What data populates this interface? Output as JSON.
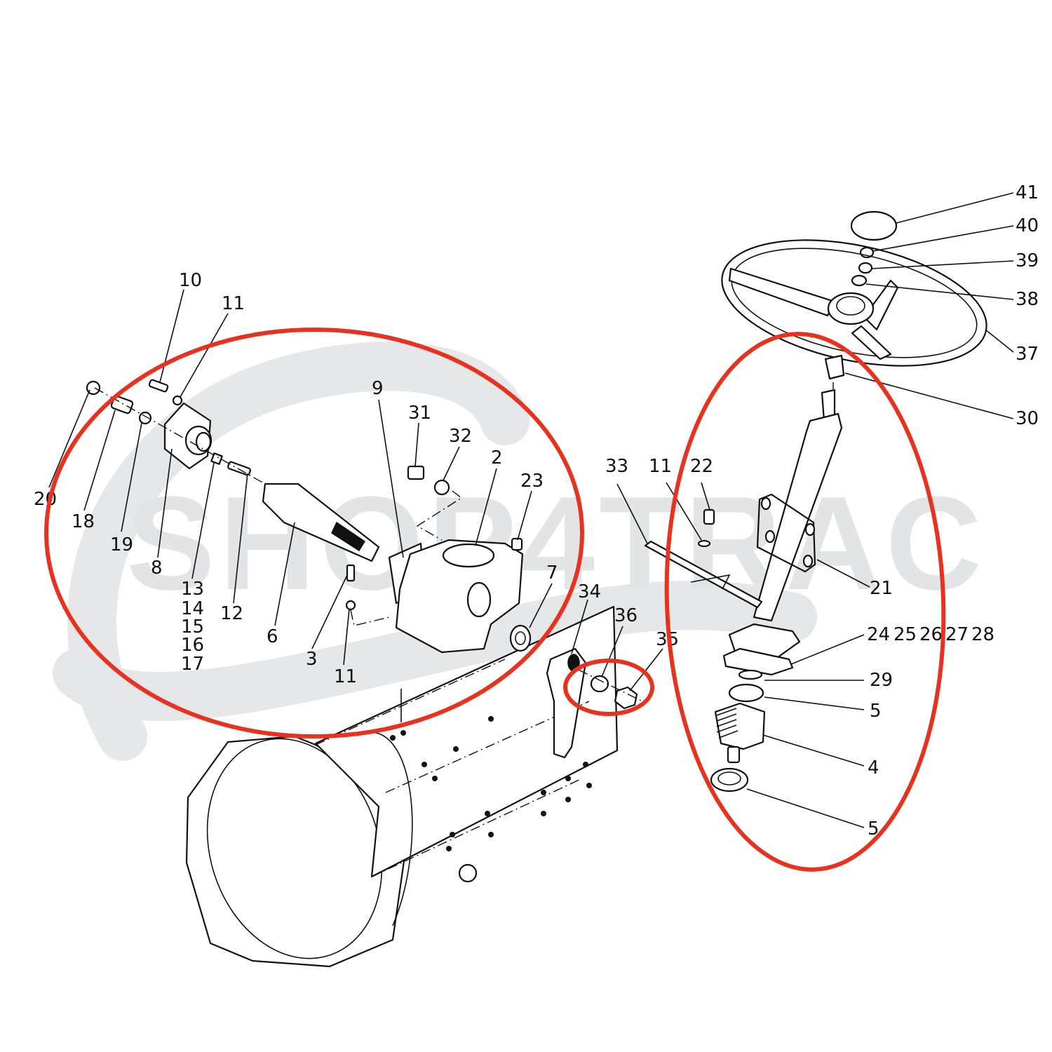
{
  "diagram": {
    "type": "exploded-parts-diagram",
    "subject": "Tractor steering gear assembly",
    "watermark": "SHOP4TRAC",
    "colors": {
      "line_art": "#111111",
      "background": "#ffffff",
      "highlight": "#e8321f",
      "watermark": "#e3e4e6"
    },
    "highlight_regions": [
      {
        "name": "steering-box-group",
        "shape": "ellipse"
      },
      {
        "name": "steering-column-group",
        "shape": "ellipse"
      },
      {
        "name": "drop-arm-nut-group",
        "shape": "ellipse"
      }
    ],
    "callouts": [
      {
        "id": "41",
        "label": "41",
        "part": "horn cap"
      },
      {
        "id": "40",
        "label": "40",
        "part": "nut"
      },
      {
        "id": "39",
        "label": "39",
        "part": "lock washer"
      },
      {
        "id": "38",
        "label": "38",
        "part": "washer"
      },
      {
        "id": "37",
        "label": "37",
        "part": "steering wheel"
      },
      {
        "id": "30",
        "label": "30",
        "part": "column bushing"
      },
      {
        "id": "21",
        "label": "21",
        "part": "steering column"
      },
      {
        "id": "24_28",
        "label": "24 25 26 27 28",
        "part": "flange shims/gaskets"
      },
      {
        "id": "29",
        "label": "29",
        "part": "seal"
      },
      {
        "id": "5a",
        "label": "5",
        "part": "bearing"
      },
      {
        "id": "4",
        "label": "4",
        "part": "worm"
      },
      {
        "id": "5b",
        "label": "5",
        "part": "bearing"
      },
      {
        "id": "33",
        "label": "33",
        "part": "bracket"
      },
      {
        "id": "11c",
        "label": "11",
        "part": "washer"
      },
      {
        "id": "22",
        "label": "22",
        "part": "bolt"
      },
      {
        "id": "10",
        "label": "10",
        "part": "bolt"
      },
      {
        "id": "11a",
        "label": "11",
        "part": "washer"
      },
      {
        "id": "20",
        "label": "20",
        "part": "nut"
      },
      {
        "id": "18",
        "label": "18",
        "part": "adjuster"
      },
      {
        "id": "19",
        "label": "19",
        "part": "washer"
      },
      {
        "id": "8",
        "label": "8",
        "part": "side cover"
      },
      {
        "id": "13_17",
        "label": "13\n14\n15\n16\n17",
        "label_lines": [
          "13",
          "14",
          "15",
          "16",
          "17"
        ],
        "part": "shims"
      },
      {
        "id": "12",
        "label": "12",
        "part": "adjusting screw"
      },
      {
        "id": "6",
        "label": "6",
        "part": "sector shaft"
      },
      {
        "id": "9",
        "label": "9",
        "part": "gasket"
      },
      {
        "id": "31",
        "label": "31",
        "part": "filler plug"
      },
      {
        "id": "32",
        "label": "32",
        "part": "washer"
      },
      {
        "id": "2",
        "label": "2",
        "part": "steering box housing"
      },
      {
        "id": "23",
        "label": "23",
        "part": "plug"
      },
      {
        "id": "7",
        "label": "7",
        "part": "oil seal"
      },
      {
        "id": "3",
        "label": "3",
        "part": "bolt"
      },
      {
        "id": "11b",
        "label": "11",
        "part": "washer"
      },
      {
        "id": "34",
        "label": "34",
        "part": "drop arm"
      },
      {
        "id": "36",
        "label": "36",
        "part": "washer"
      },
      {
        "id": "35",
        "label": "35",
        "part": "nut"
      }
    ],
    "labels": {
      "c41": "41",
      "c40": "40",
      "c39": "39",
      "c38": "38",
      "c37": "37",
      "c30": "30",
      "c21": "21",
      "c24": "24",
      "c25": "25",
      "c26": "26",
      "c27": "27",
      "c28": "28",
      "c29": "29",
      "c5a": "5",
      "c4": "4",
      "c5b": "5",
      "c33": "33",
      "c11c": "11",
      "c22": "22",
      "c10": "10",
      "c11a": "11",
      "c20": "20",
      "c18": "18",
      "c19": "19",
      "c8": "8",
      "c13": "13",
      "c14": "14",
      "c15": "15",
      "c16": "16",
      "c17": "17",
      "c12": "12",
      "c6": "6",
      "c9": "9",
      "c31": "31",
      "c32": "32",
      "c2": "2",
      "c23": "23",
      "c7": "7",
      "c3": "3",
      "c11b": "11",
      "c34": "34",
      "c36": "36",
      "c35": "35"
    }
  }
}
